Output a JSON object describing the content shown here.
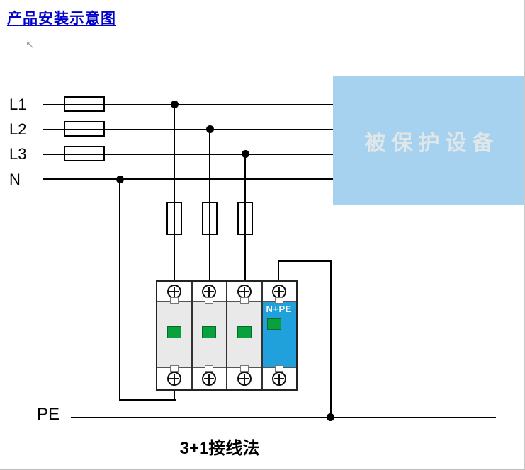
{
  "title": "产品安装示意图",
  "icons": {
    "anchor_arrow": "↖"
  },
  "wires": {
    "l1": "L1",
    "l2": "L2",
    "l3": "L3",
    "n": "N",
    "pe": "PE"
  },
  "protected_equipment": {
    "label": "被保护设备",
    "bg_color": "#A7D2EF",
    "text_color": "#E0E7E9"
  },
  "spd": {
    "npe_label": "N+PE",
    "phase_body_color": "#E9E9E9",
    "npe_body_color": "#20A1DB",
    "indicator_color": "#09A03E"
  },
  "caption": "3+1接线法",
  "colors": {
    "title_color": "#0101CC",
    "wire_color": "#000000"
  }
}
